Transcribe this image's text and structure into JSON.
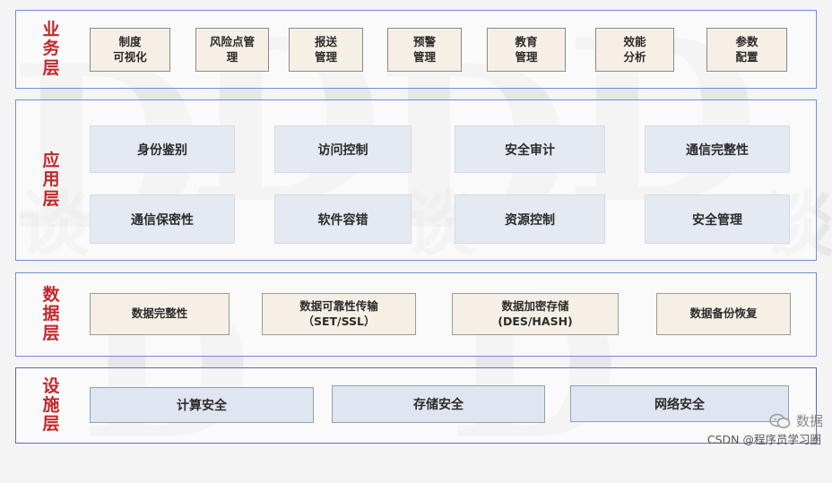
{
  "watermark": {
    "letter": "D",
    "char": "谈"
  },
  "layers": {
    "business": {
      "label": [
        "业",
        "务",
        "层"
      ],
      "items": [
        "制度\n可视化",
        "风险点管\n理",
        "报送\n管理",
        "预警\n管理",
        "教育\n管理",
        "效能\n分析",
        "参数\n配置"
      ]
    },
    "application": {
      "label": [
        "应",
        "用",
        "层"
      ],
      "row1": [
        "身份鉴别",
        "访问控制",
        "安全审计",
        "通信完整性"
      ],
      "row2": [
        "通信保密性",
        "软件容错",
        "资源控制",
        "安全管理"
      ]
    },
    "data": {
      "label": [
        "数",
        "据",
        "层"
      ],
      "items": [
        "数据完整性",
        "数据可靠性传输\n（SET/SSL）",
        "数据加密存储\n(DES/HASH)",
        "数据备份恢复"
      ]
    },
    "facility": {
      "label": [
        "设",
        "施",
        "层"
      ],
      "items": [
        "计算安全",
        "存储安全",
        "网络安全"
      ]
    }
  },
  "footer": {
    "wechat_text": "数据",
    "csdn_text": "CSDN @程序员学习圈"
  },
  "colors": {
    "layer_border": "#6b8fd6",
    "label_red": "#c0282d",
    "cream_box": "#f6efe6",
    "blue_box": "#e4e9f2"
  }
}
